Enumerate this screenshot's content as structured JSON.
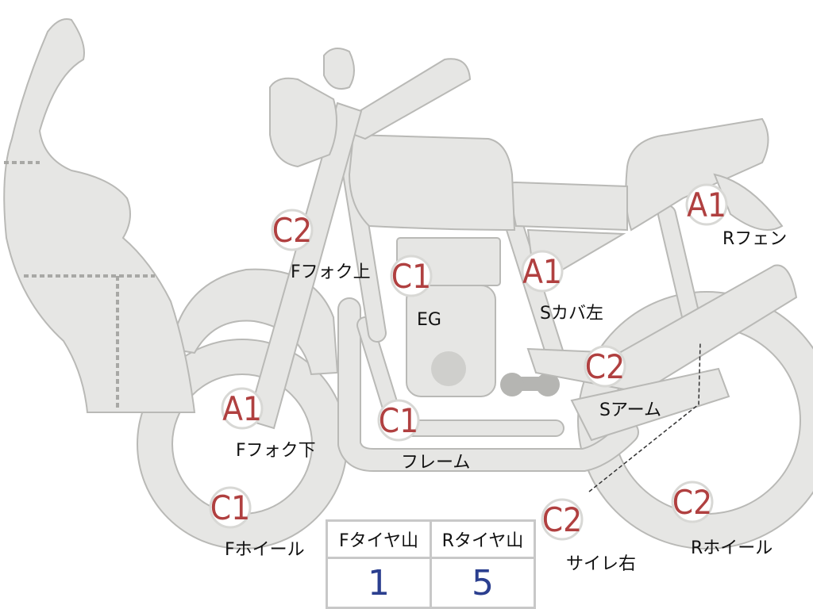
{
  "markers": [
    {
      "grade": "C2",
      "label": "Fフォク上"
    },
    {
      "grade": "A1",
      "label": "Fフォク下"
    },
    {
      "grade": "C1",
      "label": "Fホイール"
    },
    {
      "grade": "C1",
      "label": "EG"
    },
    {
      "grade": "C1",
      "label": "フレーム"
    },
    {
      "grade": "A1",
      "label": "Sカバ左"
    },
    {
      "grade": "C2",
      "label": "Sアーム"
    },
    {
      "grade": "A1",
      "label": "Rフェン"
    },
    {
      "grade": "C2",
      "label": "サイレ右"
    },
    {
      "grade": "C2",
      "label": "Rホイール"
    }
  ],
  "tire_table": {
    "headers": [
      "Fタイヤ山",
      "Rタイヤ山"
    ],
    "values": [
      "1",
      "5"
    ]
  }
}
